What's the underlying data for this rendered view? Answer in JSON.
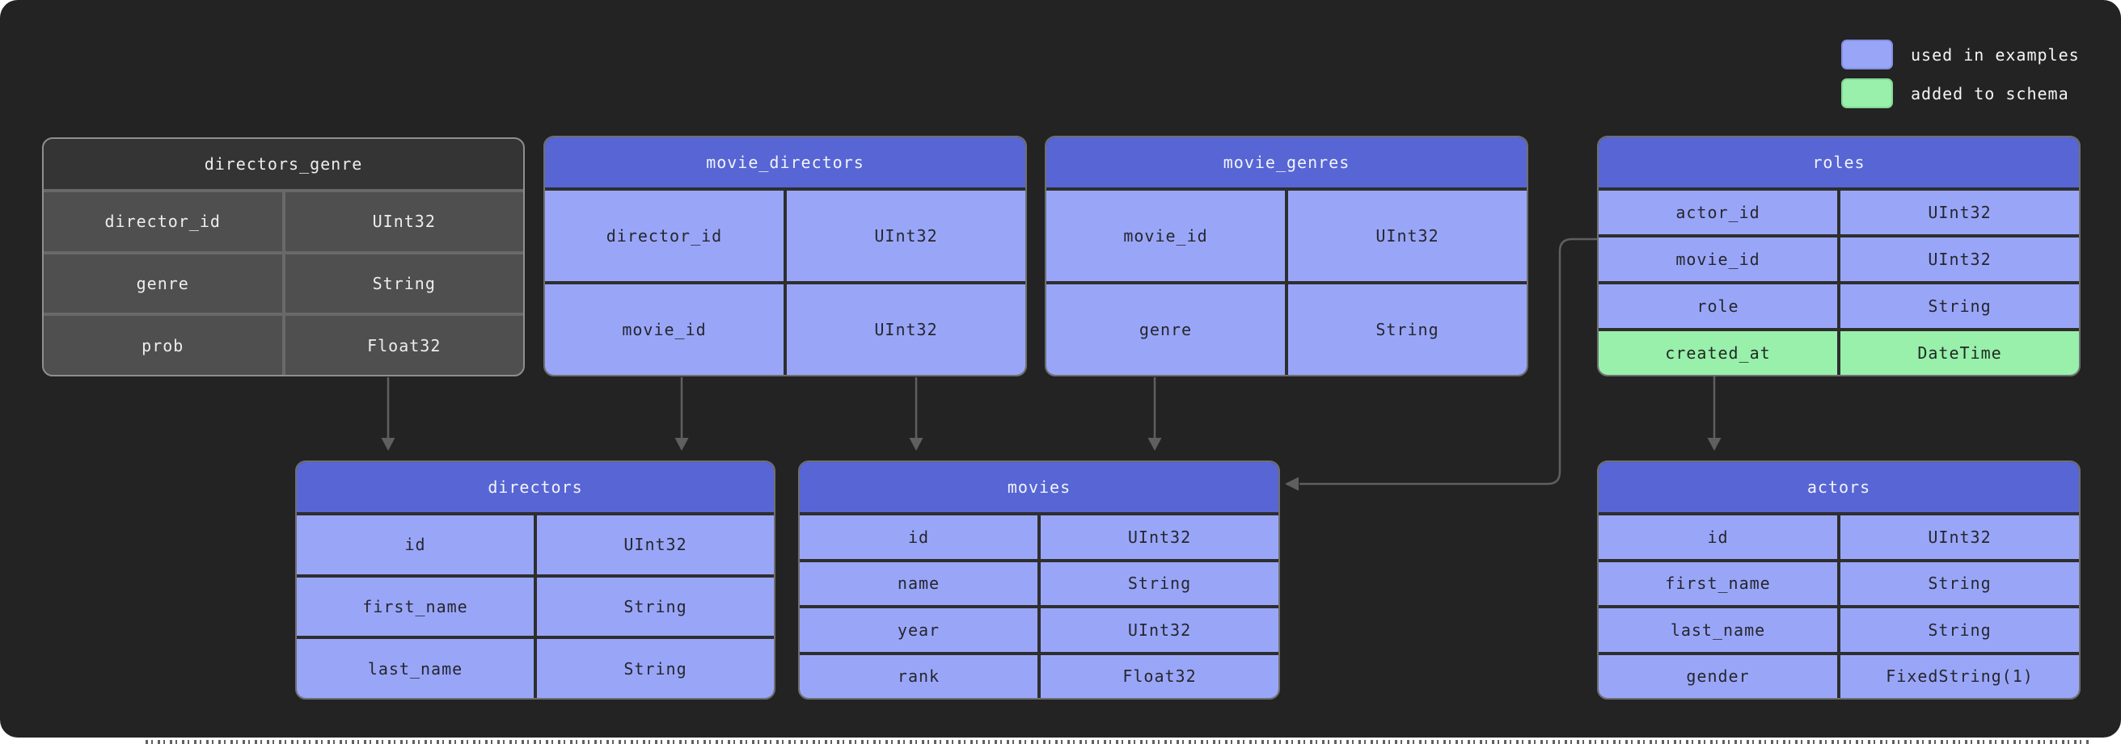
{
  "legend": {
    "items": [
      {
        "label": "used in examples",
        "color": "#99a6f8"
      },
      {
        "label": "added to schema",
        "color": "#98f0ab"
      }
    ]
  },
  "tables": [
    {
      "id": "directors_genre",
      "name": "directors_genre",
      "variant": "dark",
      "rows": [
        {
          "field": "director_id",
          "type": "UInt32",
          "added": false
        },
        {
          "field": "genre",
          "type": "String",
          "added": false
        },
        {
          "field": "prob",
          "type": "Float32",
          "added": false
        }
      ]
    },
    {
      "id": "movie_directors",
      "name": "movie_directors",
      "variant": "blue",
      "rows": [
        {
          "field": "director_id",
          "type": "UInt32",
          "added": false
        },
        {
          "field": "movie_id",
          "type": "UInt32",
          "added": false
        }
      ]
    },
    {
      "id": "movie_genres",
      "name": "movie_genres",
      "variant": "blue",
      "rows": [
        {
          "field": "movie_id",
          "type": "UInt32",
          "added": false
        },
        {
          "field": "genre",
          "type": "String",
          "added": false
        }
      ]
    },
    {
      "id": "roles",
      "name": "roles",
      "variant": "blue",
      "rows": [
        {
          "field": "actor_id",
          "type": "UInt32",
          "added": false
        },
        {
          "field": "movie_id",
          "type": "UInt32",
          "added": false
        },
        {
          "field": "role",
          "type": "String",
          "added": false
        },
        {
          "field": "created_at",
          "type": "DateTime",
          "added": true
        }
      ]
    },
    {
      "id": "directors",
      "name": "directors",
      "variant": "blue",
      "rows": [
        {
          "field": "id",
          "type": "UInt32",
          "added": false
        },
        {
          "field": "first_name",
          "type": "String",
          "added": false
        },
        {
          "field": "last_name",
          "type": "String",
          "added": false
        }
      ]
    },
    {
      "id": "movies",
      "name": "movies",
      "variant": "blue",
      "rows": [
        {
          "field": "id",
          "type": "UInt32",
          "added": false
        },
        {
          "field": "name",
          "type": "String",
          "added": false
        },
        {
          "field": "year",
          "type": "UInt32",
          "added": false
        },
        {
          "field": "rank",
          "type": "Float32",
          "added": false
        }
      ]
    },
    {
      "id": "actors",
      "name": "actors",
      "variant": "blue",
      "rows": [
        {
          "field": "id",
          "type": "UInt32",
          "added": false
        },
        {
          "field": "first_name",
          "type": "String",
          "added": false
        },
        {
          "field": "last_name",
          "type": "String",
          "added": false
        },
        {
          "field": "gender",
          "type": "FixedString(1)",
          "added": false
        }
      ]
    }
  ],
  "relationships": [
    {
      "from": "directors_genre",
      "to": "directors"
    },
    {
      "from": "movie_directors.director_id",
      "to": "directors"
    },
    {
      "from": "movie_directors.movie_id",
      "to": "movies"
    },
    {
      "from": "movie_genres.movie_id",
      "to": "movies"
    },
    {
      "from": "roles.movie_id",
      "to": "movies"
    },
    {
      "from": "roles.actor_id",
      "to": "actors"
    }
  ],
  "colors": {
    "panel_background": "#232323",
    "header_blue": "#5766d4",
    "cell_blue": "#99a6f8",
    "added_green": "#98f0ab",
    "dark_table_header": "#343434",
    "dark_table_cell": "#4f4f4f",
    "arrow": "#5f5f5f"
  }
}
